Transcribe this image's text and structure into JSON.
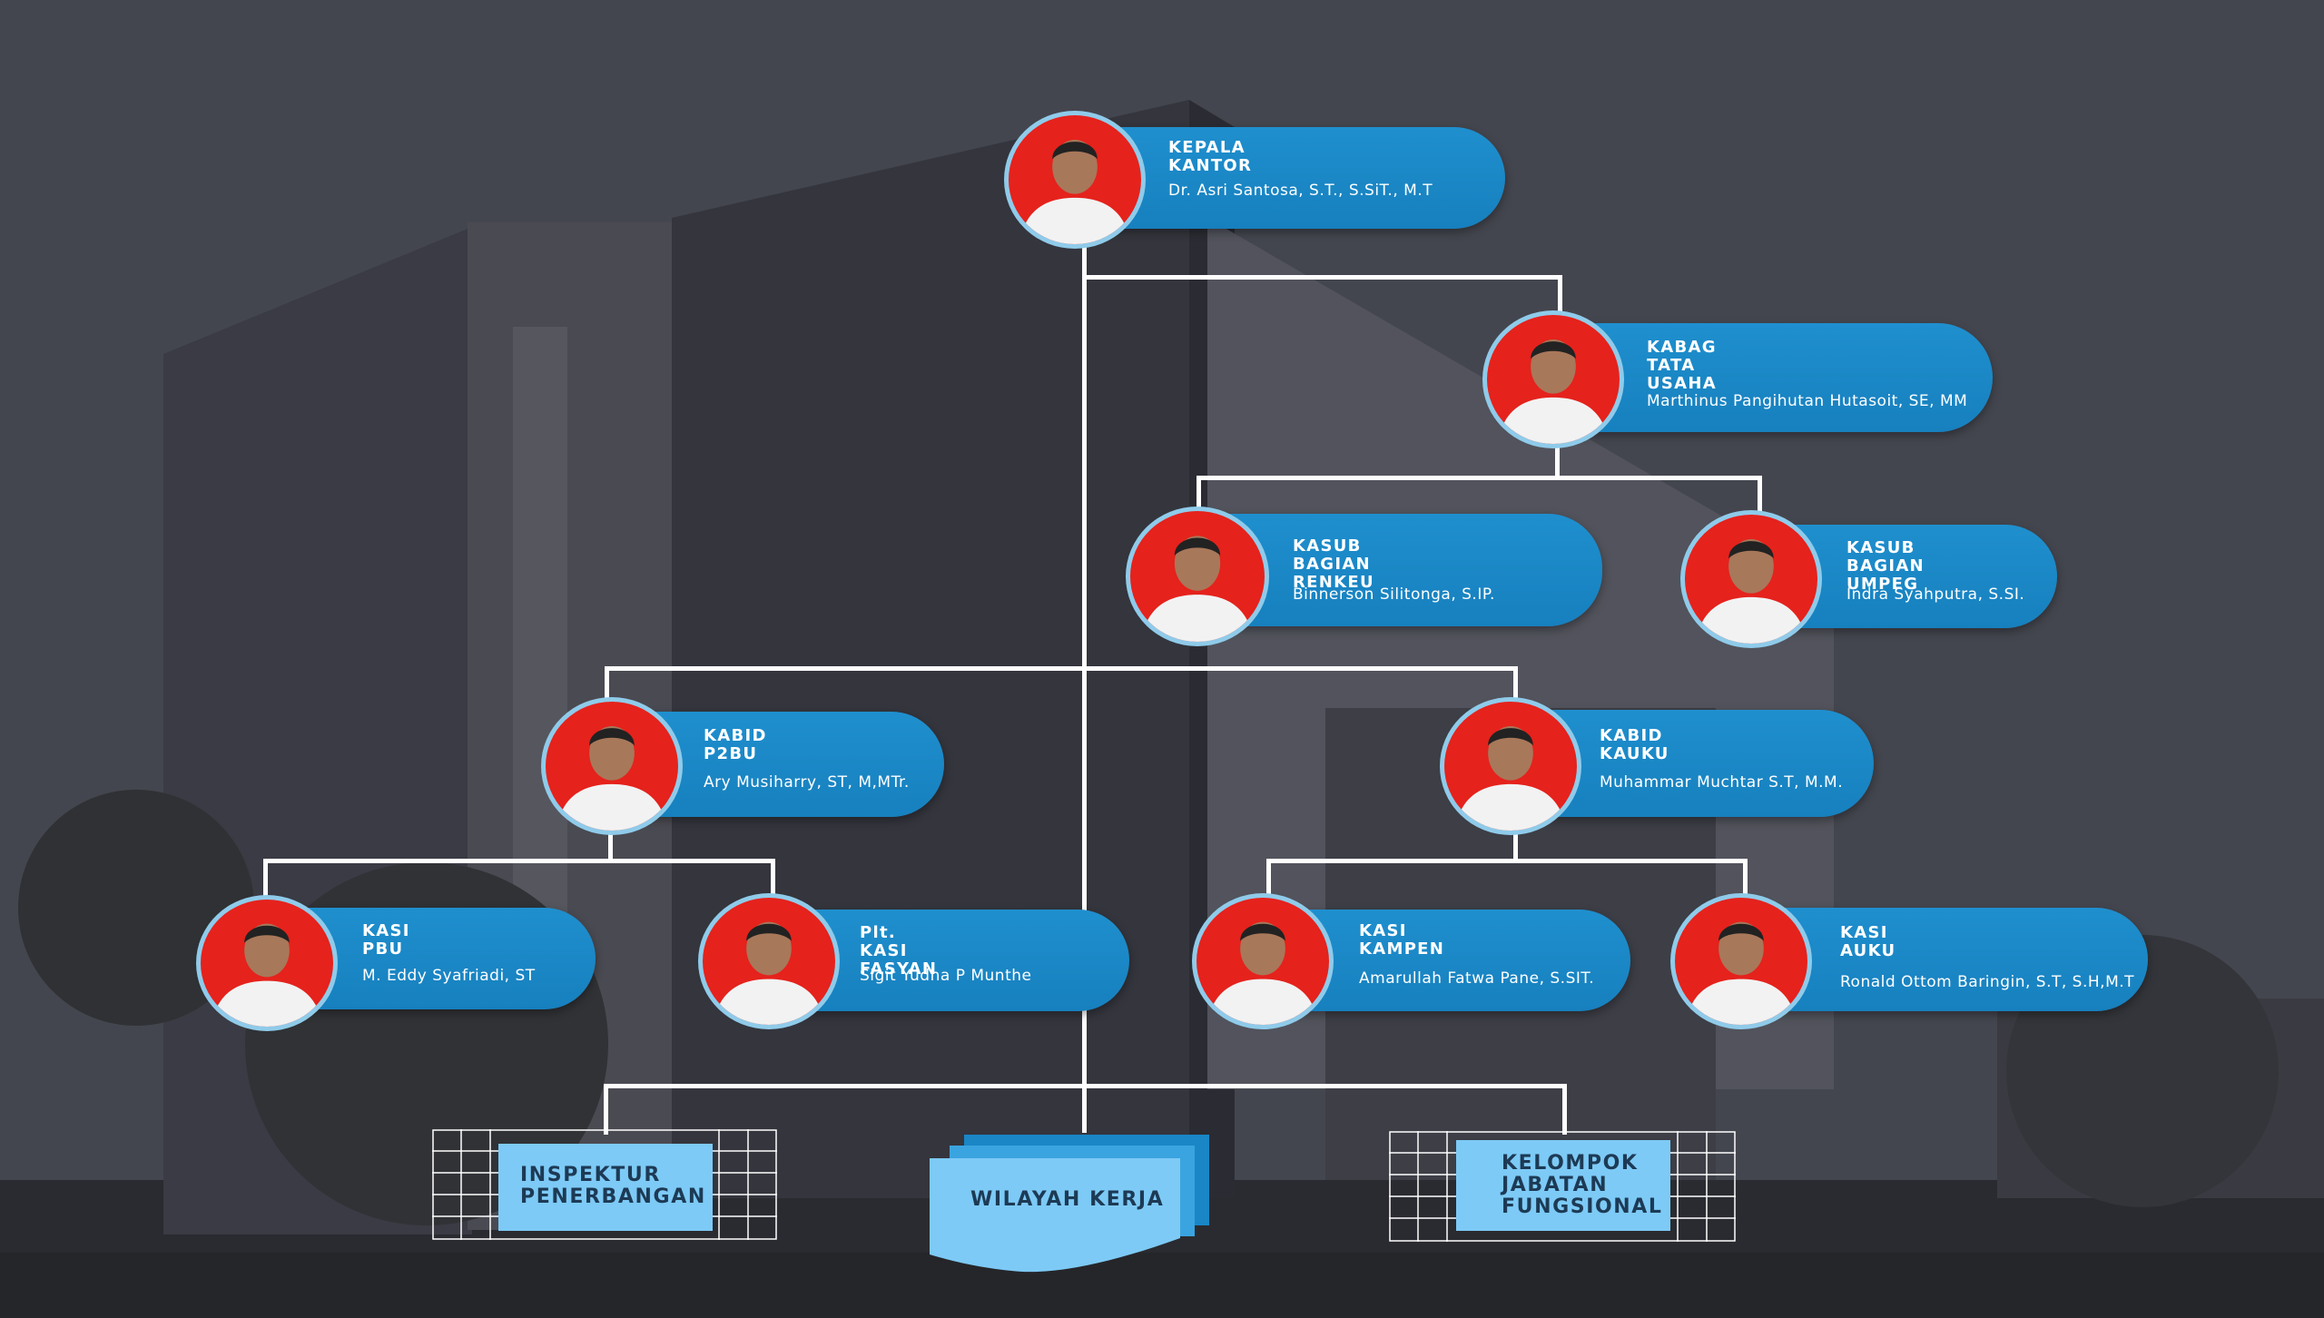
{
  "org": {
    "kepala": {
      "title": "KEPALA KANTOR",
      "name": "Dr. Asri Santosa, S.T., S.SiT., M.T"
    },
    "kabag": {
      "title": "KABAG\nTATA USAHA",
      "name": "Marthinus Pangihutan Hutasoit, SE, MM"
    },
    "renkeu": {
      "title": "KASUB BAGIAN\nRENKEU",
      "name": "Binnerson Silitonga, S.IP."
    },
    "umpeg": {
      "title": "KASUB BAGIAN\nUMPEG",
      "name": "Indra Syahputra, S.SI."
    },
    "p2bu": {
      "title": "KABID P2BU",
      "name": "Ary Musiharry, ST, M,MTr."
    },
    "kauku": {
      "title": "KABID KAUKU",
      "name": "Muhammar Muchtar S.T, M.M."
    },
    "pbu": {
      "title": "KASI PBU",
      "name": "M. Eddy Syafriadi, ST"
    },
    "fasyan": {
      "title": "Plt. KASI FASYAN",
      "name": "Sigit Yudha P Munthe"
    },
    "kampen": {
      "title": "KASI KAMPEN",
      "name": "Amarullah Fatwa Pane, S.SIT."
    },
    "auku": {
      "title": "KASI AUKU",
      "name": "Ronald Ottom Baringin, S.T, S.H,M.T"
    }
  },
  "boxes": {
    "inspektur": "INSPEKTUR\nPENERBANGAN",
    "wilayah": "WILAYAH KERJA",
    "kelompok": "KELOMPOK\nJABATAN\nFUNGSIONAL"
  },
  "colors": {
    "pill": "#1a86c6",
    "photo_bg": "#e5221c",
    "box": "#7dcaf6",
    "line": "#ffffff"
  }
}
